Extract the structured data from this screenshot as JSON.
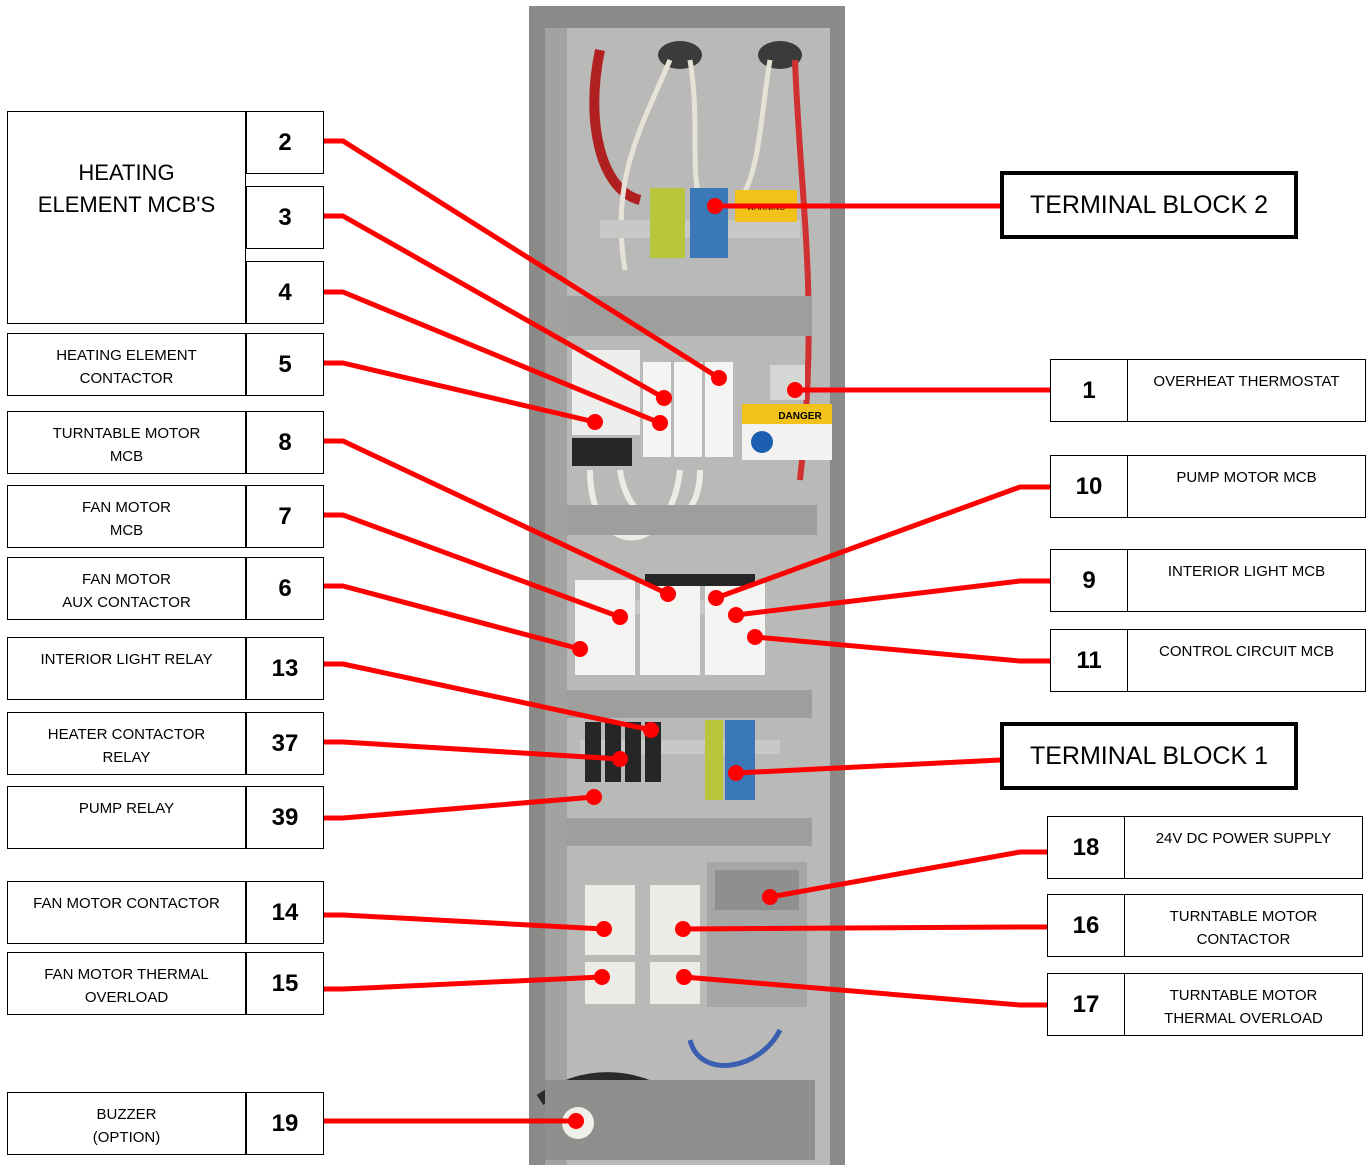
{
  "colors": {
    "leader": "#ff0000",
    "panel": "#b9b9b7",
    "frame": "#8a8a88",
    "din": "#c8c8c6"
  },
  "callouts_left": [
    {
      "label": "HEATING\nELEMENT MCB'S",
      "numbers": [
        "2",
        "3",
        "4"
      ]
    },
    {
      "label": "HEATING ELEMENT\nCONTACTOR",
      "number": "5"
    },
    {
      "label": "TURNTABLE MOTOR\nMCB",
      "number": "8"
    },
    {
      "label": "FAN MOTOR\nMCB",
      "number": "7"
    },
    {
      "label": "FAN MOTOR\nAUX CONTACTOR",
      "number": "6"
    },
    {
      "label": "INTERIOR LIGHT RELAY",
      "number": "13"
    },
    {
      "label": "HEATER CONTACTOR\nRELAY",
      "number": "37"
    },
    {
      "label": "PUMP RELAY",
      "number": "39"
    },
    {
      "label": "FAN MOTOR CONTACTOR",
      "number": "14"
    },
    {
      "label": "FAN MOTOR THERMAL\nOVERLOAD",
      "number": "15"
    },
    {
      "label": "BUZZER\n(OPTION)",
      "number": "19"
    }
  ],
  "callouts_right": [
    {
      "number": "1",
      "label": "OVERHEAT THERMOSTAT"
    },
    {
      "number": "10",
      "label": "PUMP MOTOR MCB"
    },
    {
      "number": "9",
      "label": "INTERIOR LIGHT MCB"
    },
    {
      "number": "11",
      "label": "CONTROL CIRCUIT MCB"
    },
    {
      "number": "18",
      "label": "24V DC POWER SUPPLY"
    },
    {
      "number": "16",
      "label": "TURNTABLE MOTOR\nCONTACTOR"
    },
    {
      "number": "17",
      "label": "TURNTABLE MOTOR\nTHERMAL OVERLOAD"
    }
  ],
  "terminal_blocks": [
    {
      "label": "TERMINAL BLOCK 2"
    },
    {
      "label": "TERMINAL BLOCK 1"
    }
  ],
  "photo_text": {
    "warning": "WARNING",
    "danger": "DANGER"
  }
}
